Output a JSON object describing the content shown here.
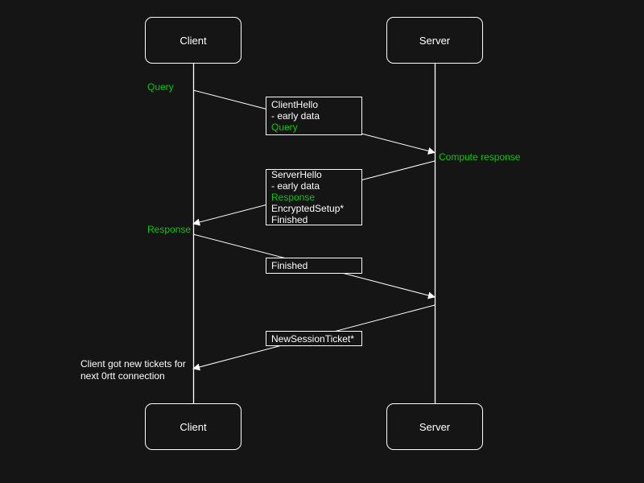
{
  "colors": {
    "background": "#151515",
    "line": "#ffffff",
    "text": "#ffffff",
    "green": "#00cc00"
  },
  "actors": {
    "client": "Client",
    "server": "Server"
  },
  "messages": [
    {
      "from": "client",
      "to": "server",
      "lines": [
        "ClientHello",
        "- early data",
        "Query"
      ]
    },
    {
      "from": "server",
      "to": "client",
      "lines": [
        "ServerHello",
        "- early data",
        "Response",
        "EncryptedSetup*",
        "Finished"
      ]
    },
    {
      "from": "client",
      "to": "server",
      "lines": [
        "Finished"
      ]
    },
    {
      "from": "server",
      "to": "client",
      "lines": [
        "NewSessionTicket*"
      ]
    }
  ],
  "side_labels": {
    "query": "Query",
    "compute_response": "Compute response",
    "response": "Response"
  },
  "annotation": {
    "line1": "Client got new tickets for",
    "line2": "next 0rtt connection"
  }
}
